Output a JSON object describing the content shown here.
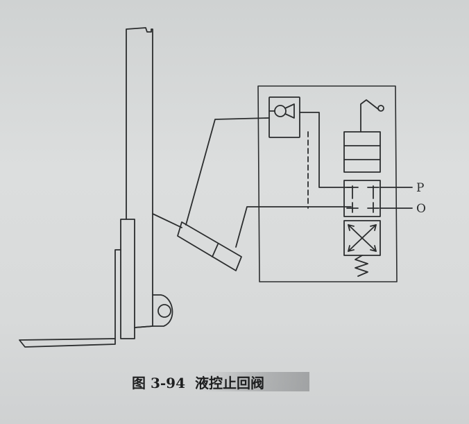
{
  "figure": {
    "port_labels": [
      "P",
      "O"
    ],
    "caption_number": "图 3-94",
    "caption_title": "液控止回阀"
  },
  "colors": {
    "paper": "#d6d8d8",
    "ink": "#2b2d2e"
  }
}
